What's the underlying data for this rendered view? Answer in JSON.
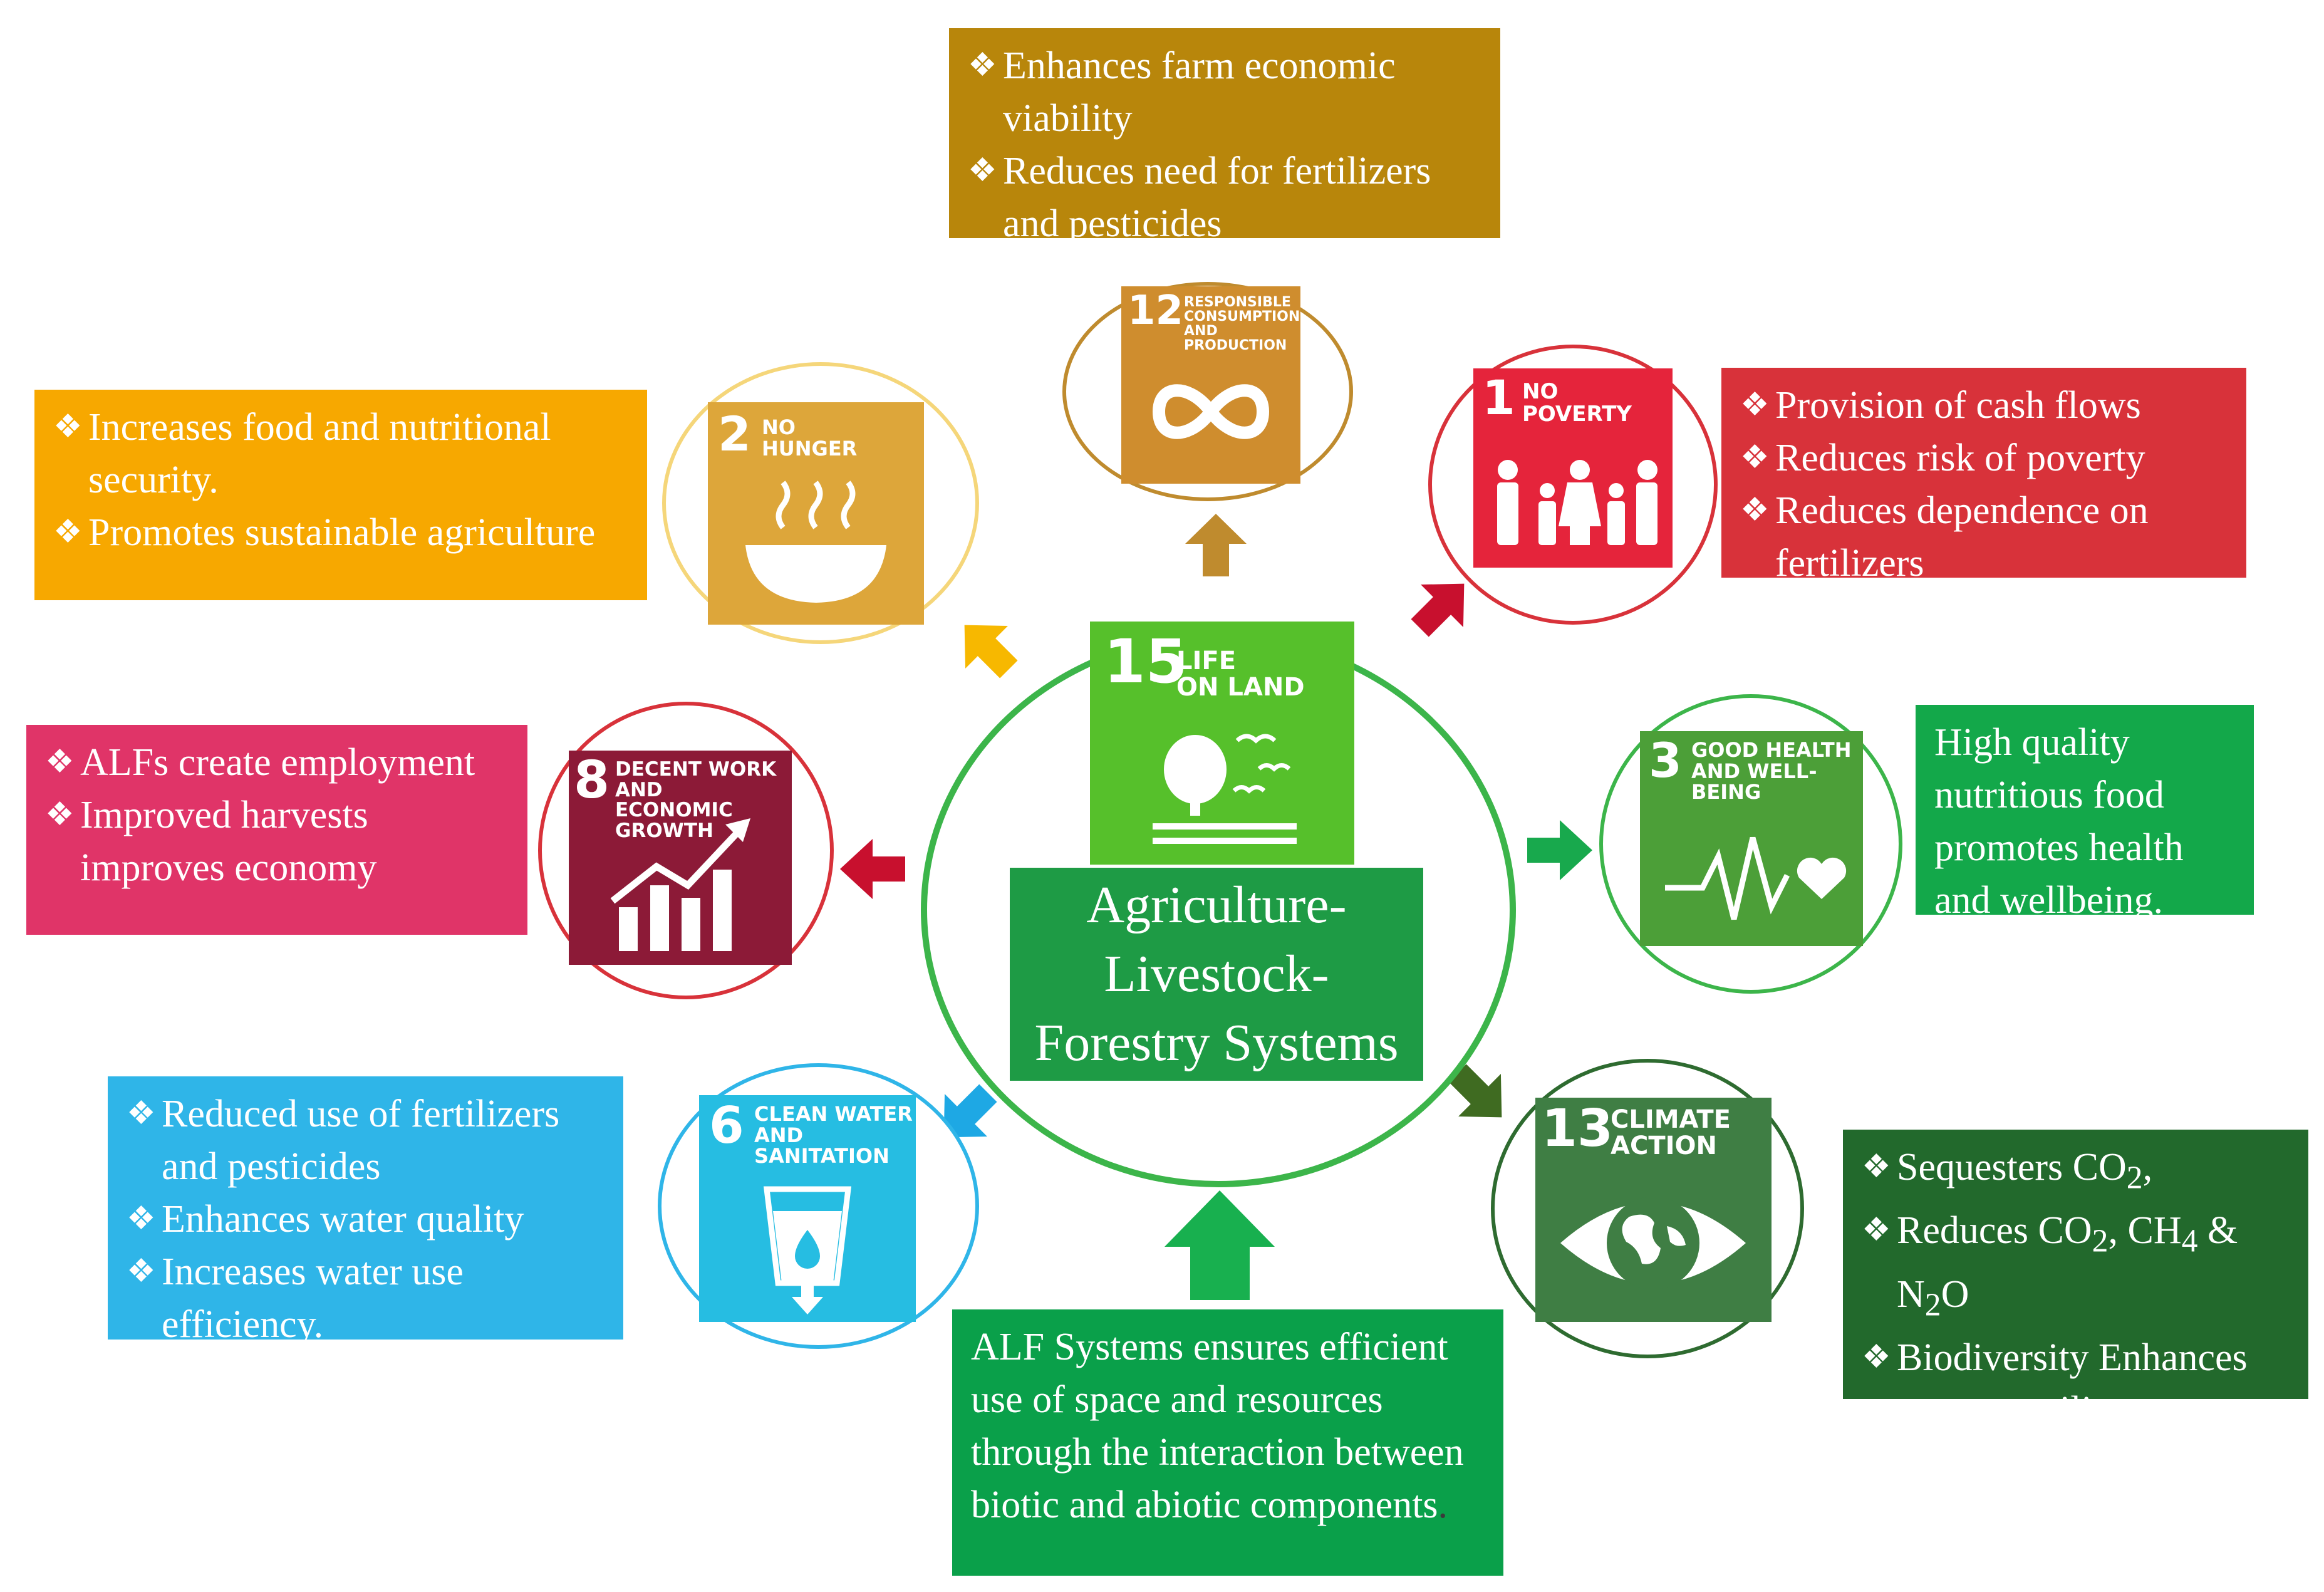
{
  "colors": {
    "sdg1": "#e5243b",
    "sdg2": "#dda63a",
    "sdg3": "#4c9f38",
    "sdg6": "#26bde2",
    "sdg8": "#a21942",
    "sdg12": "#bf8b2e",
    "sdg13": "#3f7e44",
    "sdg15": "#56c02b",
    "center_ring": "#3cb54a",
    "center_label": "#1e9b45"
  },
  "center": {
    "label_lines": [
      "Agriculture-",
      "Livestock-",
      "Forestry Systems"
    ]
  },
  "tiles": {
    "sdg15": {
      "number": "15",
      "title_lines": [
        "LIFE",
        "ON LAND"
      ],
      "icon": "tree-birds-icon"
    },
    "sdg12": {
      "number": "12",
      "title_lines": [
        "RESPONSIBLE",
        "CONSUMPTION",
        "AND PRODUCTION"
      ],
      "icon": "infinity-icon"
    },
    "sdg1": {
      "number": "1",
      "title_lines": [
        "NO",
        "POVERTY"
      ],
      "icon": "family-icon"
    },
    "sdg2": {
      "number": "2",
      "title_lines": [
        "NO",
        "HUNGER"
      ],
      "icon": "bowl-icon"
    },
    "sdg3": {
      "number": "3",
      "title_lines": [
        "GOOD HEALTH",
        "AND WELL-BEING"
      ],
      "icon": "heartbeat-icon"
    },
    "sdg8": {
      "number": "8",
      "title_lines": [
        "DECENT WORK AND",
        "ECONOMIC GROWTH"
      ],
      "icon": "growth-chart-icon"
    },
    "sdg6": {
      "number": "6",
      "title_lines": [
        "CLEAN WATER",
        "AND SANITATION"
      ],
      "icon": "water-glass-icon"
    },
    "sdg13": {
      "number": "13",
      "title_lines": [
        "CLIMATE",
        "ACTION"
      ],
      "icon": "eye-globe-icon"
    }
  },
  "boxes": {
    "sdg12": {
      "color": "#b8860b",
      "items": [
        "Enhances farm economic viability",
        "Reduces need for fertilizers and pesticides"
      ]
    },
    "sdg2": {
      "color": "#f7a800",
      "items": [
        "Increases food and nutritional security.",
        "Promotes sustainable agriculture"
      ]
    },
    "sdg1": {
      "color": "#d8323a",
      "items": [
        "Provision of cash flows",
        "Reduces risk of poverty",
        "Reduces dependence on fertilizers"
      ]
    },
    "sdg3": {
      "color": "#13a84a",
      "text": "High quality nutritious food promotes health and wellbeing."
    },
    "sdg8": {
      "color": "#e03468",
      "items": [
        "ALFs create employment",
        "Improved harvests improves economy"
      ]
    },
    "sdg6": {
      "color": "#2fb5e8",
      "items": [
        "Reduced use of fertilizers and pesticides",
        "Enhances water quality",
        "Increases water use efficiency."
      ]
    },
    "sdg13": {
      "color": "#22692c",
      "items_html": [
        "Sequesters CO<sub>2</sub>,",
        "Reduces CO<sub>2</sub>, CH<sub>4</sub> &amp; N<sub>2</sub>O",
        "Biodiversity Enhances system resiliency."
      ]
    },
    "center": {
      "color": "#0aa04a",
      "text": "ALF Systems ensures efficient use of space and resources through the interaction between biotic and abiotic components",
      "trailing": "."
    }
  }
}
